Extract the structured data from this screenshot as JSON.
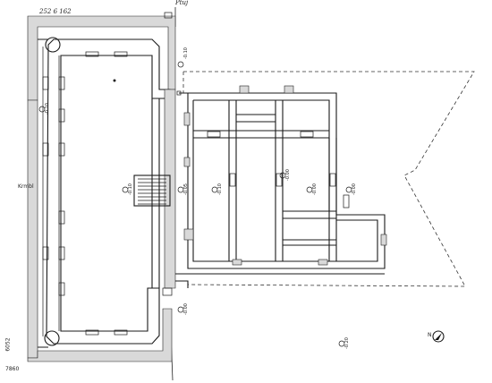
{
  "top_right_label": "Ptuj",
  "top_left_label": "252  6  162",
  "left_side_label": "Krmbl",
  "bottom_left_label_1": "6052",
  "bottom_left_label_2": "7860",
  "north_label": "N",
  "level_marks": [
    "-0.10",
    "-0.10",
    "-0.10",
    "-0.05",
    "-0.10",
    "-0.00",
    "-0.00",
    "-0.00",
    "-0.00",
    "-0.20"
  ],
  "colors": {
    "ink": "#1a1a1a",
    "hatch": "#d9d9d9"
  }
}
